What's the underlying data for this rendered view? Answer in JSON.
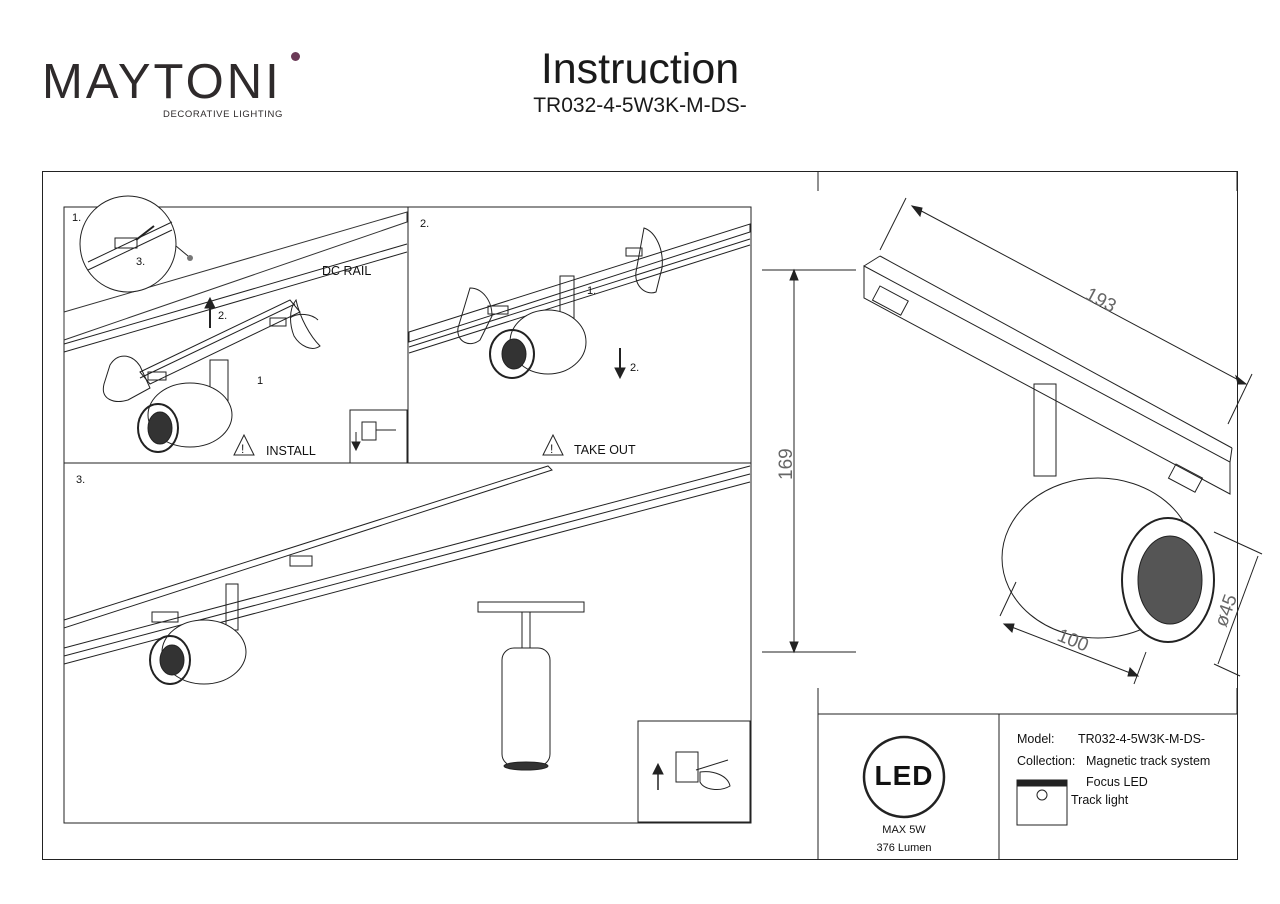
{
  "brand": {
    "name": "MAYTONI",
    "tagline": "DECORATIVE LIGHTING"
  },
  "header": {
    "title": "Instruction",
    "subtitle": "TR032-4-5W3K-M-DS-"
  },
  "steps": {
    "step1": {
      "number": "1.",
      "rail_label": "DC RAIL",
      "warning": "INSTALL",
      "callouts": [
        "3.",
        "2.",
        "1"
      ]
    },
    "step2": {
      "number": "2.",
      "warning": "TAKE OUT",
      "callouts": [
        "1.",
        "2."
      ]
    },
    "step3": {
      "number": "3."
    }
  },
  "dimensions": {
    "length": "193",
    "height": "169",
    "depth": "100",
    "diameter": "ø45"
  },
  "led_badge": {
    "label": "LED",
    "power": "MAX 5W",
    "lumen": "376 Lumen"
  },
  "spec": {
    "model_label": "Model:",
    "model_value": "TR032-4-5W3K-M-DS-",
    "collection_label": "Collection:",
    "collection_value": "Magnetic track system",
    "collection_value2": "Focus LED",
    "type_value": "Track light"
  },
  "colors": {
    "brand_dot": "#6b3a57",
    "line": "#222222"
  }
}
